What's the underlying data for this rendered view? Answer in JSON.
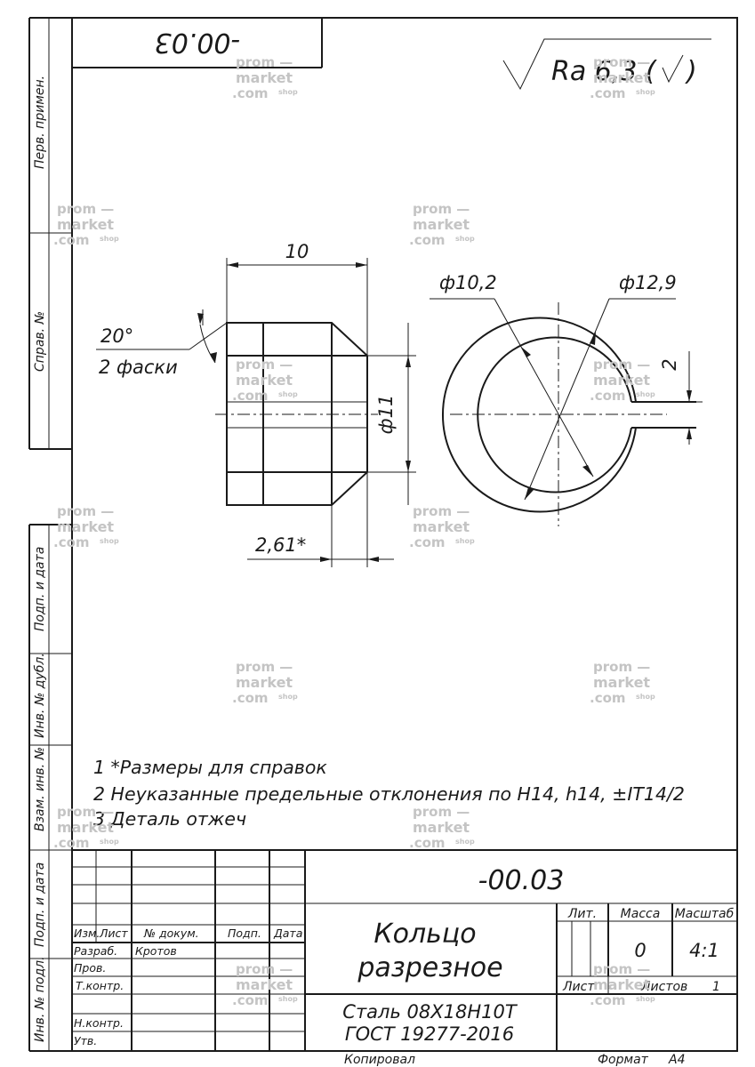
{
  "designation_top": "-00.03",
  "roughness": {
    "symbol": "Ra 6,3 (",
    "suffix": ")"
  },
  "side_labels": {
    "perv_primen": "Перв. примен.",
    "sprav_no": "Справ. №",
    "podp_data_1": "Подп. и дата",
    "inv_dubl": "Инв. № дубл.",
    "vzam_inv": "Взам. инв. №",
    "podp_data_2": "Подп. и дата",
    "inv_podl": "Инв. № подл."
  },
  "dimensions": {
    "length": "10",
    "chamfer_angle": "20°",
    "chamfer_count": "2 фаски",
    "diameter_side": "ф11",
    "reference_length": "2,61*",
    "inner_diameter": "ф10,2",
    "outer_diameter": "ф12,9",
    "slot_width": "2"
  },
  "notes": [
    "1  *Размеры для справок",
    "2  Неуказанные предельные отклонения по H14, h14, ±IT14/2",
    "3  Деталь отжеч"
  ],
  "title_block": {
    "designation": "-00.03",
    "part_name_line1": "Кольцо",
    "part_name_line2": "разрезное",
    "material_line1": "Сталь 08Х18Н10Т",
    "material_line2": "ГОСТ 19277-2016",
    "headers": {
      "izm": "Изм.",
      "list": "Лист",
      "doc_no": "№ докум.",
      "podp": "Подп.",
      "data": "Дата"
    },
    "roles": {
      "razrab": "Разраб.",
      "prov": "Пров.",
      "t_kontr": "Т.контр.",
      "n_kontr": "Н.контр.",
      "utv": "Утв."
    },
    "developer": "Кротов",
    "lit_label": "Лит.",
    "massa_label": "Масса",
    "masshtab_label": "Масштаб",
    "mass_value": "0",
    "scale_value": "4:1",
    "sheet_label": "Лист",
    "sheets_label": "Листов",
    "sheets_value": "1"
  },
  "footer": {
    "copied": "Копировал",
    "format_label": "Формат",
    "format_value": "А4"
  },
  "watermark": {
    "line1": "prom —",
    "line2": "market",
    "line3": ".com",
    "line4": "shop"
  }
}
